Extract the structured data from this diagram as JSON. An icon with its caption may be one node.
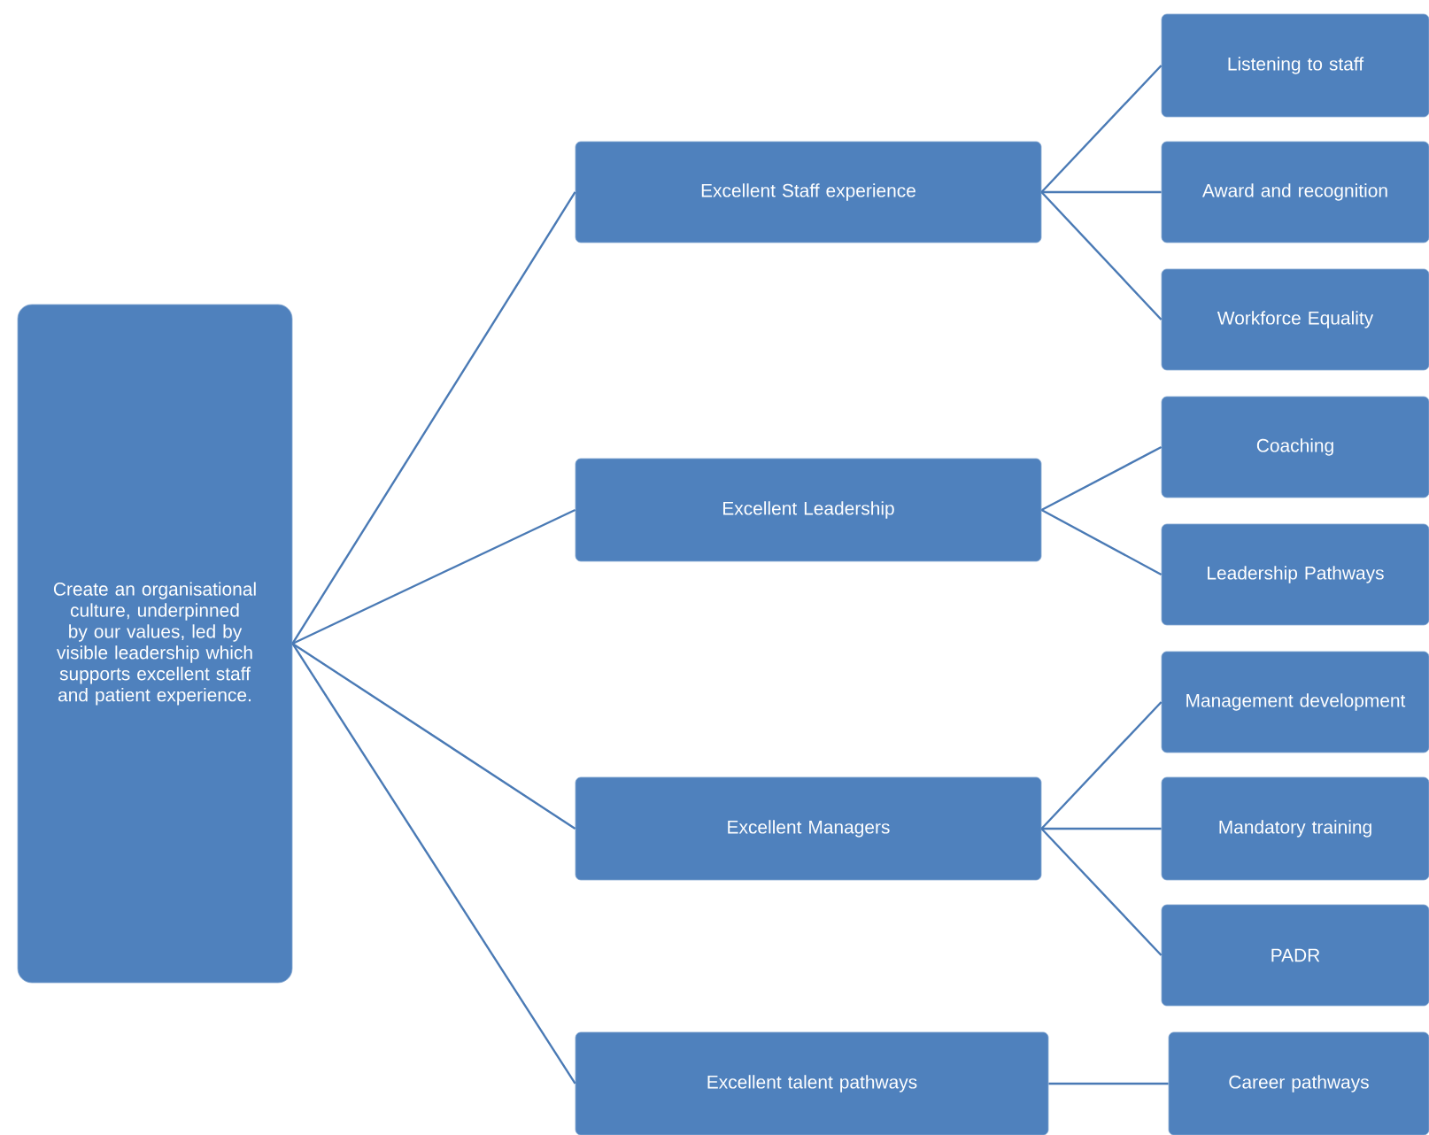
{
  "diagram": {
    "nodes": [
      {
        "text": [
          "Create an organisational culture, underpinned by our values, led by visible leadership which supports excellent staff and patient experience."
        ]
      },
      {
        "text": [
          "Excellent Staff experience"
        ]
      },
      {
        "text": [
          "Excellent Leadership"
        ]
      },
      {
        "text": [
          "Excellent Managers"
        ]
      },
      {
        "text": [
          "Excellent talent pathways"
        ]
      },
      {
        "text": [
          "Listening to staff"
        ]
      },
      {
        "text": [
          "Award and recognition"
        ]
      },
      {
        "text": [
          "Workforce Equality"
        ]
      },
      {
        "text": [
          "Coaching"
        ]
      },
      {
        "text": [
          "Leadership Pathways"
        ]
      },
      {
        "text": [
          "Management development"
        ]
      },
      {
        "text": [
          "Mandatory training"
        ]
      },
      {
        "text": [
          "PADR"
        ]
      },
      {
        "text": [
          "Career pathways"
        ]
      }
    ],
    "edges": [
      {
        "from": 0,
        "to": 1,
        "arrow": "none"
      },
      {
        "from": 0,
        "to": 2,
        "arrow": "none"
      },
      {
        "from": 0,
        "to": 3,
        "arrow": "none"
      },
      {
        "from": 0,
        "to": 4,
        "arrow": "none"
      },
      {
        "from": 1,
        "to": 5,
        "arrow": "none"
      },
      {
        "from": 1,
        "to": 6,
        "arrow": "none"
      },
      {
        "from": 1,
        "to": 7,
        "arrow": "none"
      },
      {
        "from": 2,
        "to": 8,
        "arrow": "none"
      },
      {
        "from": 2,
        "to": 9,
        "arrow": "none"
      },
      {
        "from": 3,
        "to": 10,
        "arrow": "none"
      },
      {
        "from": 3,
        "to": 11,
        "arrow": "none"
      },
      {
        "from": 3,
        "to": 12,
        "arrow": "none"
      },
      {
        "from": 4,
        "to": 13,
        "arrow": "none"
      }
    ]
  }
}
